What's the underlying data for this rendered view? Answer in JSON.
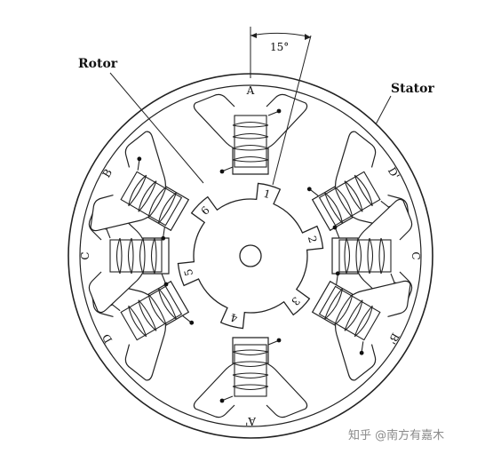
{
  "labels": {
    "rotor": "Rotor",
    "stator": "Stator",
    "angle": "15°"
  },
  "stator_poles": [
    {
      "id": "A",
      "label": "A",
      "angle": -90
    },
    {
      "id": "D2",
      "label": "D'",
      "angle": -30
    },
    {
      "id": "C2",
      "label": "C",
      "angle": 0
    },
    {
      "id": "B2",
      "label": "B'",
      "angle": 30
    },
    {
      "id": "A2",
      "label": "A'",
      "angle": 90
    },
    {
      "id": "D",
      "label": "D",
      "angle": 150
    },
    {
      "id": "C",
      "label": "C",
      "angle": 180
    },
    {
      "id": "B",
      "label": "B",
      "angle": 210
    }
  ],
  "rotor_teeth": [
    {
      "label": "1",
      "angle": -75
    },
    {
      "label": "2",
      "angle": -15
    },
    {
      "label": "3",
      "angle": 45
    },
    {
      "label": "4",
      "angle": 105
    },
    {
      "label": "5",
      "angle": 165
    },
    {
      "label": "6",
      "angle": 225
    }
  ],
  "watermark": "知乎 @南方有嘉木"
}
